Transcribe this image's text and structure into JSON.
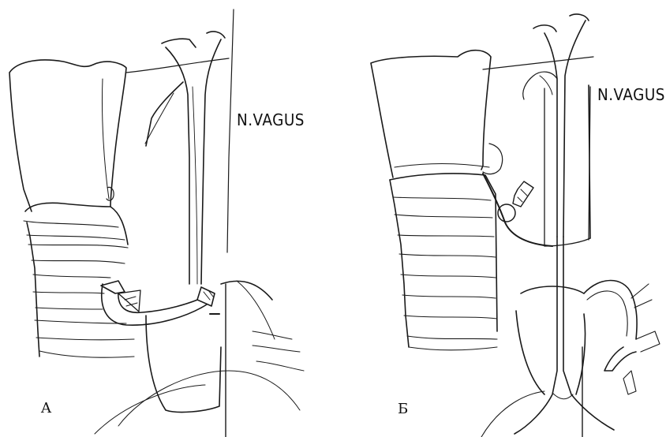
{
  "nerve_label": "N.VAGUS",
  "panels": [
    {
      "id": "A",
      "label": "A"
    },
    {
      "id": "B",
      "label": "Б"
    }
  ],
  "ink_color": "#1a1a1a",
  "background": "#ffffff"
}
